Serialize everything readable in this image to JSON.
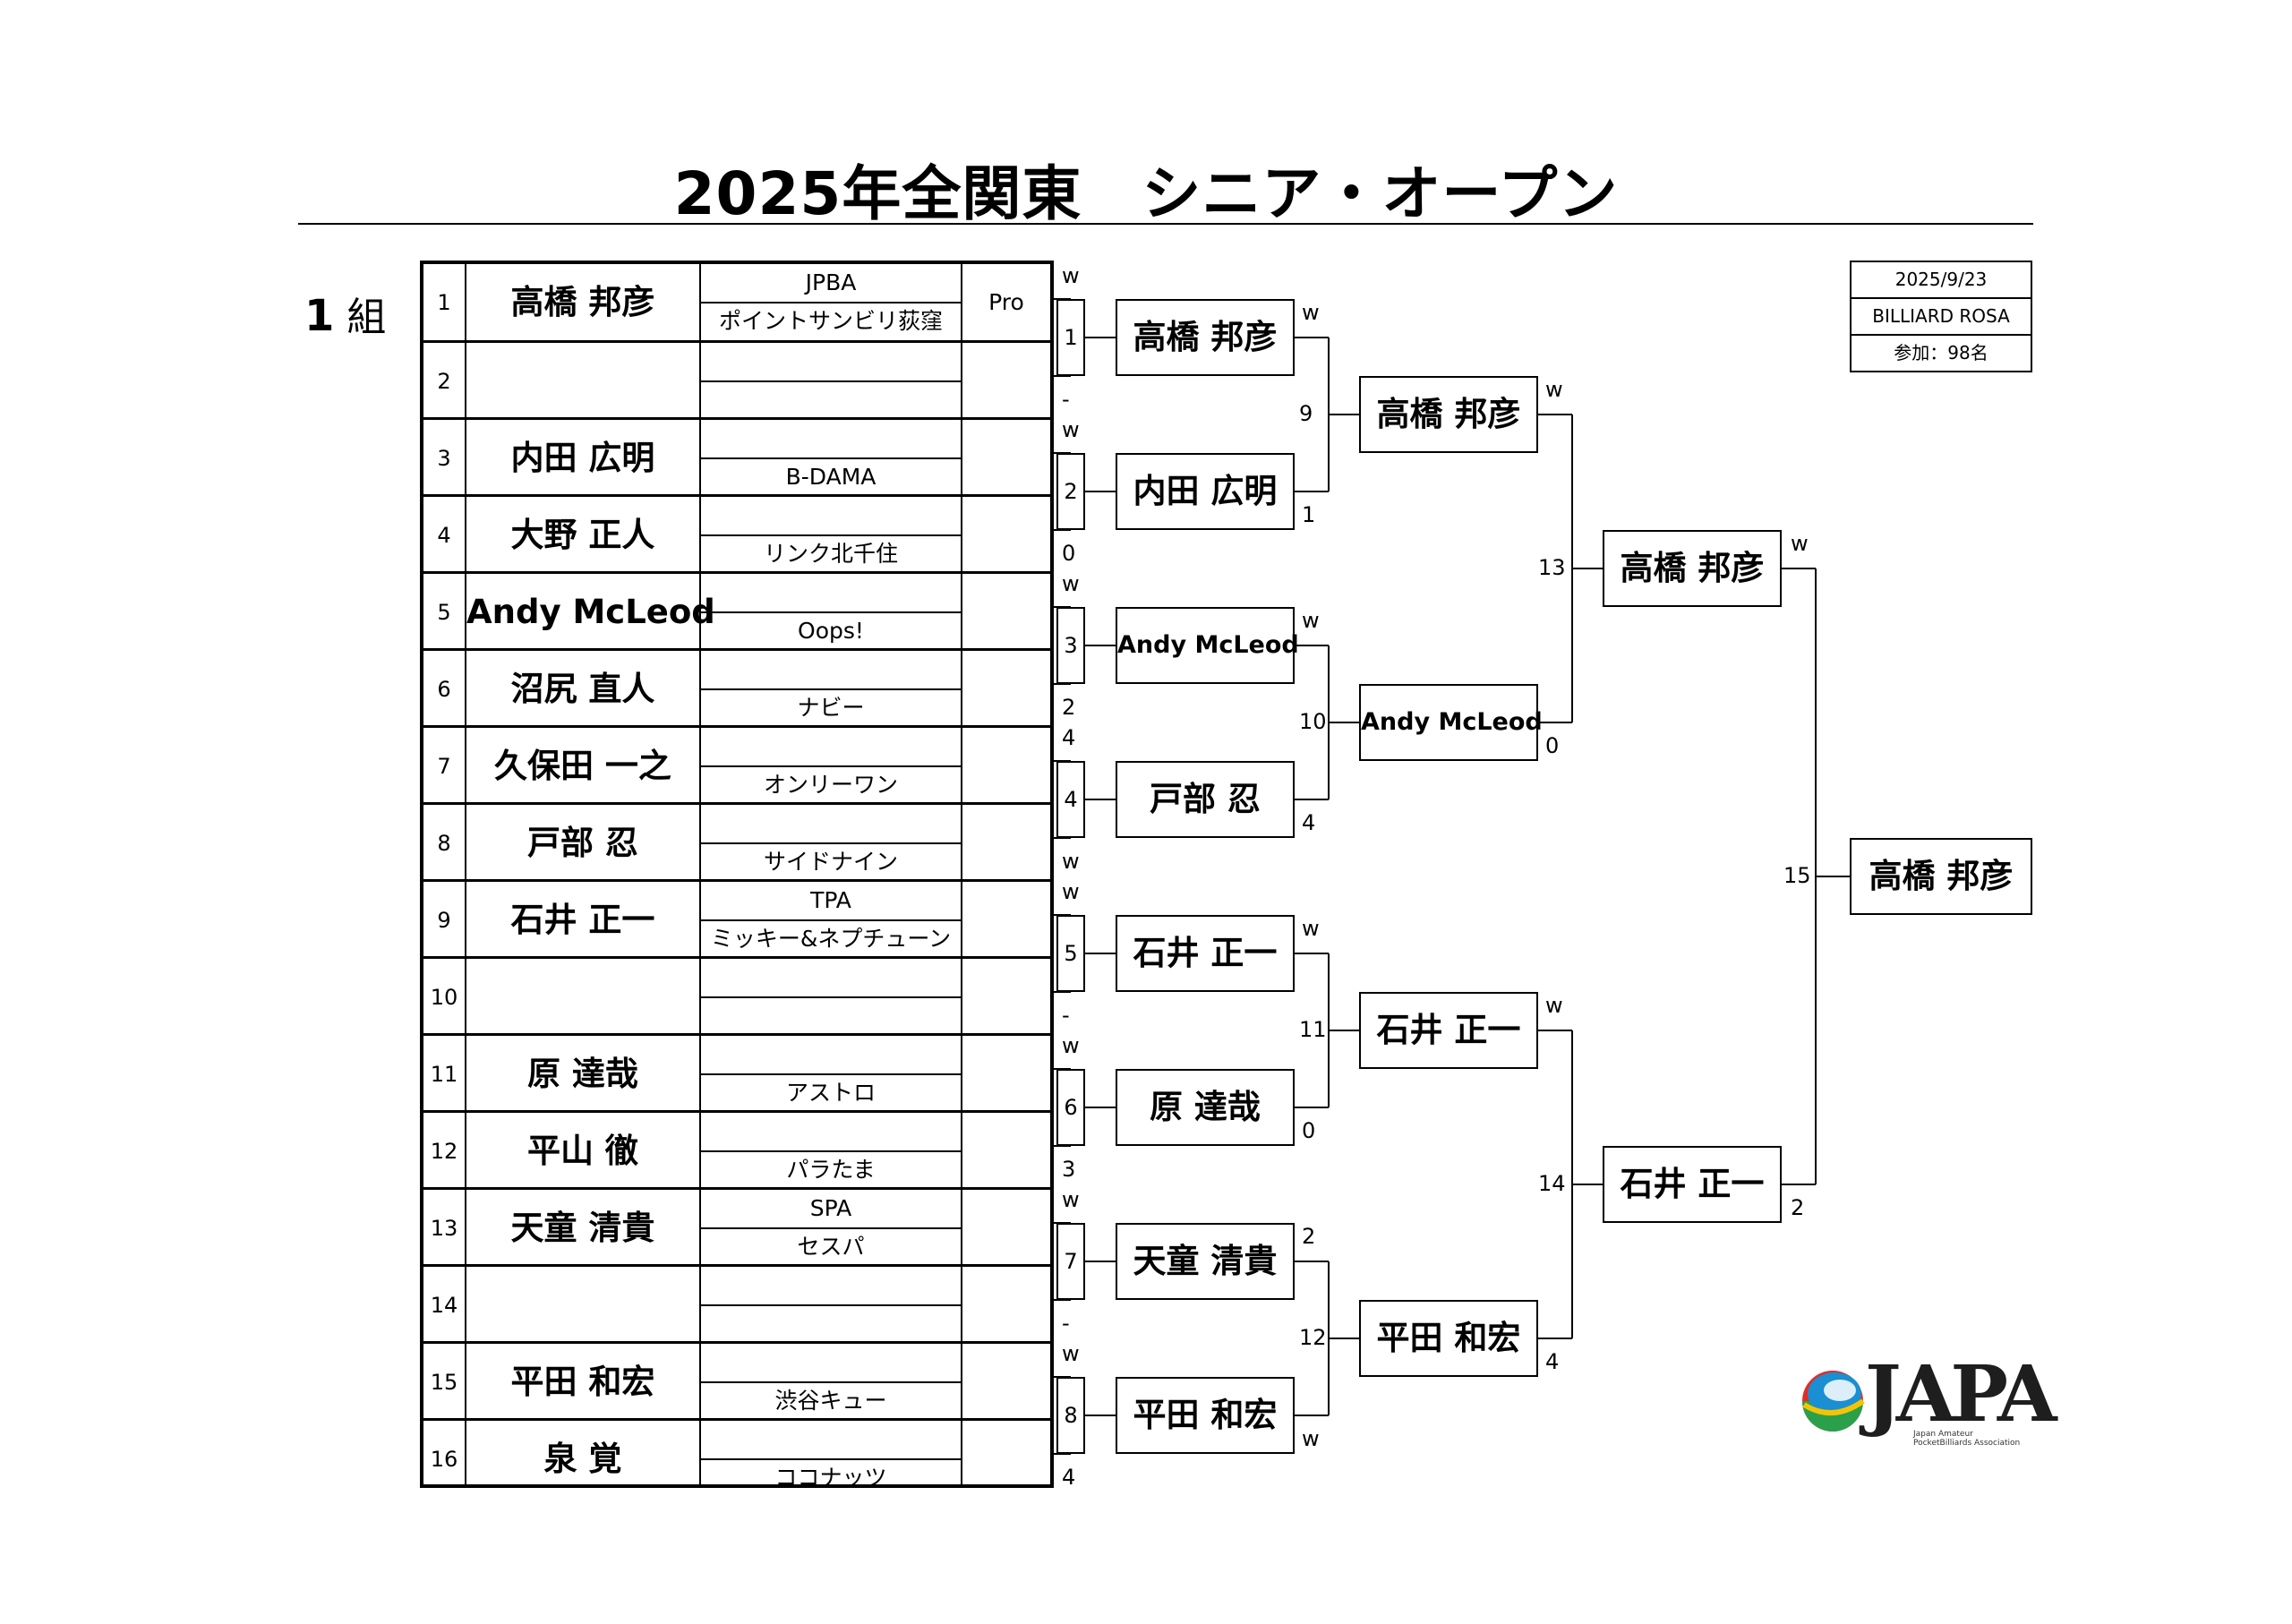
{
  "title": "2025年全関東　シニア・オープン",
  "group": {
    "number": "1",
    "label": "組"
  },
  "info": {
    "date": "2025/9/23",
    "venue": "BILLIARD ROSA",
    "participants": "参加：98名"
  },
  "pro_label": "Pro",
  "players": [
    {
      "no": "1",
      "name": "高橋 邦彦",
      "aff1": "JPBA",
      "aff2": "ポイントサンビリ荻窪",
      "pro": "Pro"
    },
    {
      "no": "2",
      "name": "",
      "aff1": "",
      "aff2": "",
      "pro": ""
    },
    {
      "no": "3",
      "name": "内田 広明",
      "aff1": "",
      "aff2": "B-DAMA",
      "pro": ""
    },
    {
      "no": "4",
      "name": "大野 正人",
      "aff1": "",
      "aff2": "リンク北千住",
      "pro": ""
    },
    {
      "no": "5",
      "name": "Andy McLeod",
      "aff1": "",
      "aff2": "Oops!",
      "pro": ""
    },
    {
      "no": "6",
      "name": "沼尻 直人",
      "aff1": "",
      "aff2": "ナビー",
      "pro": ""
    },
    {
      "no": "7",
      "name": "久保田 一之",
      "aff1": "",
      "aff2": "オンリーワン",
      "pro": ""
    },
    {
      "no": "8",
      "name": "戸部 忍",
      "aff1": "",
      "aff2": "サイドナイン",
      "pro": ""
    },
    {
      "no": "9",
      "name": "石井 正一",
      "aff1": "TPA",
      "aff2": "ミッキー&ネプチューン",
      "pro": ""
    },
    {
      "no": "10",
      "name": "",
      "aff1": "",
      "aff2": "",
      "pro": ""
    },
    {
      "no": "11",
      "name": "原 達哉",
      "aff1": "",
      "aff2": "アストロ",
      "pro": ""
    },
    {
      "no": "12",
      "name": "平山 徹",
      "aff1": "",
      "aff2": "パラたま",
      "pro": ""
    },
    {
      "no": "13",
      "name": "天童 清貴",
      "aff1": "SPA",
      "aff2": "セスパ",
      "pro": ""
    },
    {
      "no": "14",
      "name": "",
      "aff1": "",
      "aff2": "",
      "pro": ""
    },
    {
      "no": "15",
      "name": "平田 和宏",
      "aff1": "",
      "aff2": "渋谷キュー",
      "pro": ""
    },
    {
      "no": "16",
      "name": "泉 覚",
      "aff1": "",
      "aff2": "ココナッツ",
      "pro": ""
    }
  ],
  "round1": [
    {
      "match": "1",
      "score_top": "w",
      "score_bottom": "-"
    },
    {
      "match": "2",
      "score_top": "w",
      "score_bottom": "0"
    },
    {
      "match": "3",
      "score_top": "w",
      "score_bottom": "2"
    },
    {
      "match": "4",
      "score_top": "4",
      "score_bottom": "w"
    },
    {
      "match": "5",
      "score_top": "w",
      "score_bottom": "-"
    },
    {
      "match": "6",
      "score_top": "w",
      "score_bottom": "3"
    },
    {
      "match": "7",
      "score_top": "w",
      "score_bottom": "-"
    },
    {
      "match": "8",
      "score_top": "w",
      "score_bottom": "4"
    }
  ],
  "round2": [
    {
      "match": "9",
      "top": "高橋 邦彦",
      "bottom": "内田 広明",
      "score_top": "w",
      "score_bottom": "1"
    },
    {
      "match": "10",
      "top": "Andy McLeod",
      "bottom": "戸部 忍",
      "score_top": "w",
      "score_bottom": "4"
    },
    {
      "match": "11",
      "top": "石井 正一",
      "bottom": "原 達哉",
      "score_top": "w",
      "score_bottom": "0"
    },
    {
      "match": "12",
      "top": "天童 清貴",
      "bottom": "平田 和宏",
      "score_top": "2",
      "score_bottom": "w"
    }
  ],
  "round3": [
    {
      "match": "13",
      "top": "高橋 邦彦",
      "bottom": "Andy McLeod",
      "score_top": "w",
      "score_bottom": "0"
    },
    {
      "match": "14",
      "top": "石井 正一",
      "bottom": "平田 和宏",
      "score_top": "w",
      "score_bottom": "4"
    }
  ],
  "round4": [
    {
      "match": "15",
      "top": "高橋 邦彦",
      "bottom": "石井 正一",
      "score_top": "w",
      "score_bottom": "2"
    }
  ],
  "winner": "高橋 邦彦",
  "logo": {
    "letters": "JAPA",
    "line1": "Japan Amateur",
    "line2": "PocketBilliards Association"
  }
}
